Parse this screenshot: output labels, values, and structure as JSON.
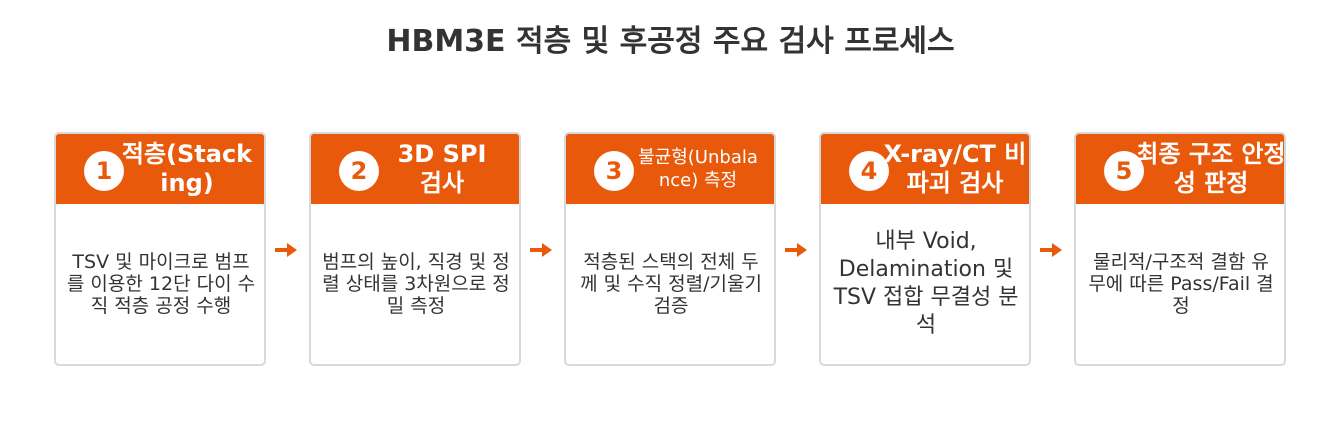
{
  "title": "HBM3E 적층 및 후공정 주요 검사 프로세스",
  "colors": {
    "accent": "#e8590c",
    "card_border": "#d9d9d9",
    "text": "#333333"
  },
  "steps": [
    {
      "number": "1",
      "title": "적층(Stacking)",
      "description": "TSV 및 마이크로 범프를 이용한 12단 다이 수직 적층 공정 수행"
    },
    {
      "number": "2",
      "title": "3D SPI 검사",
      "description": "범프의 높이, 직경 및 정렬 상태를 3차원으로 정밀 측정"
    },
    {
      "number": "3",
      "title": "불균형(Unbalance) 측정",
      "description": "적층된 스택의 전체 두께 및 수직 정렬/기울기 검증"
    },
    {
      "number": "4",
      "title": "X-ray/CT 비파괴 검사",
      "description": "내부 Void, Delamination 및 TSV 접합 무결성 분석"
    },
    {
      "number": "5",
      "title": "최종 구조 안정성 판정",
      "description": "물리적/구조적 결함 유무에 따른 Pass/Fail 결정"
    }
  ]
}
